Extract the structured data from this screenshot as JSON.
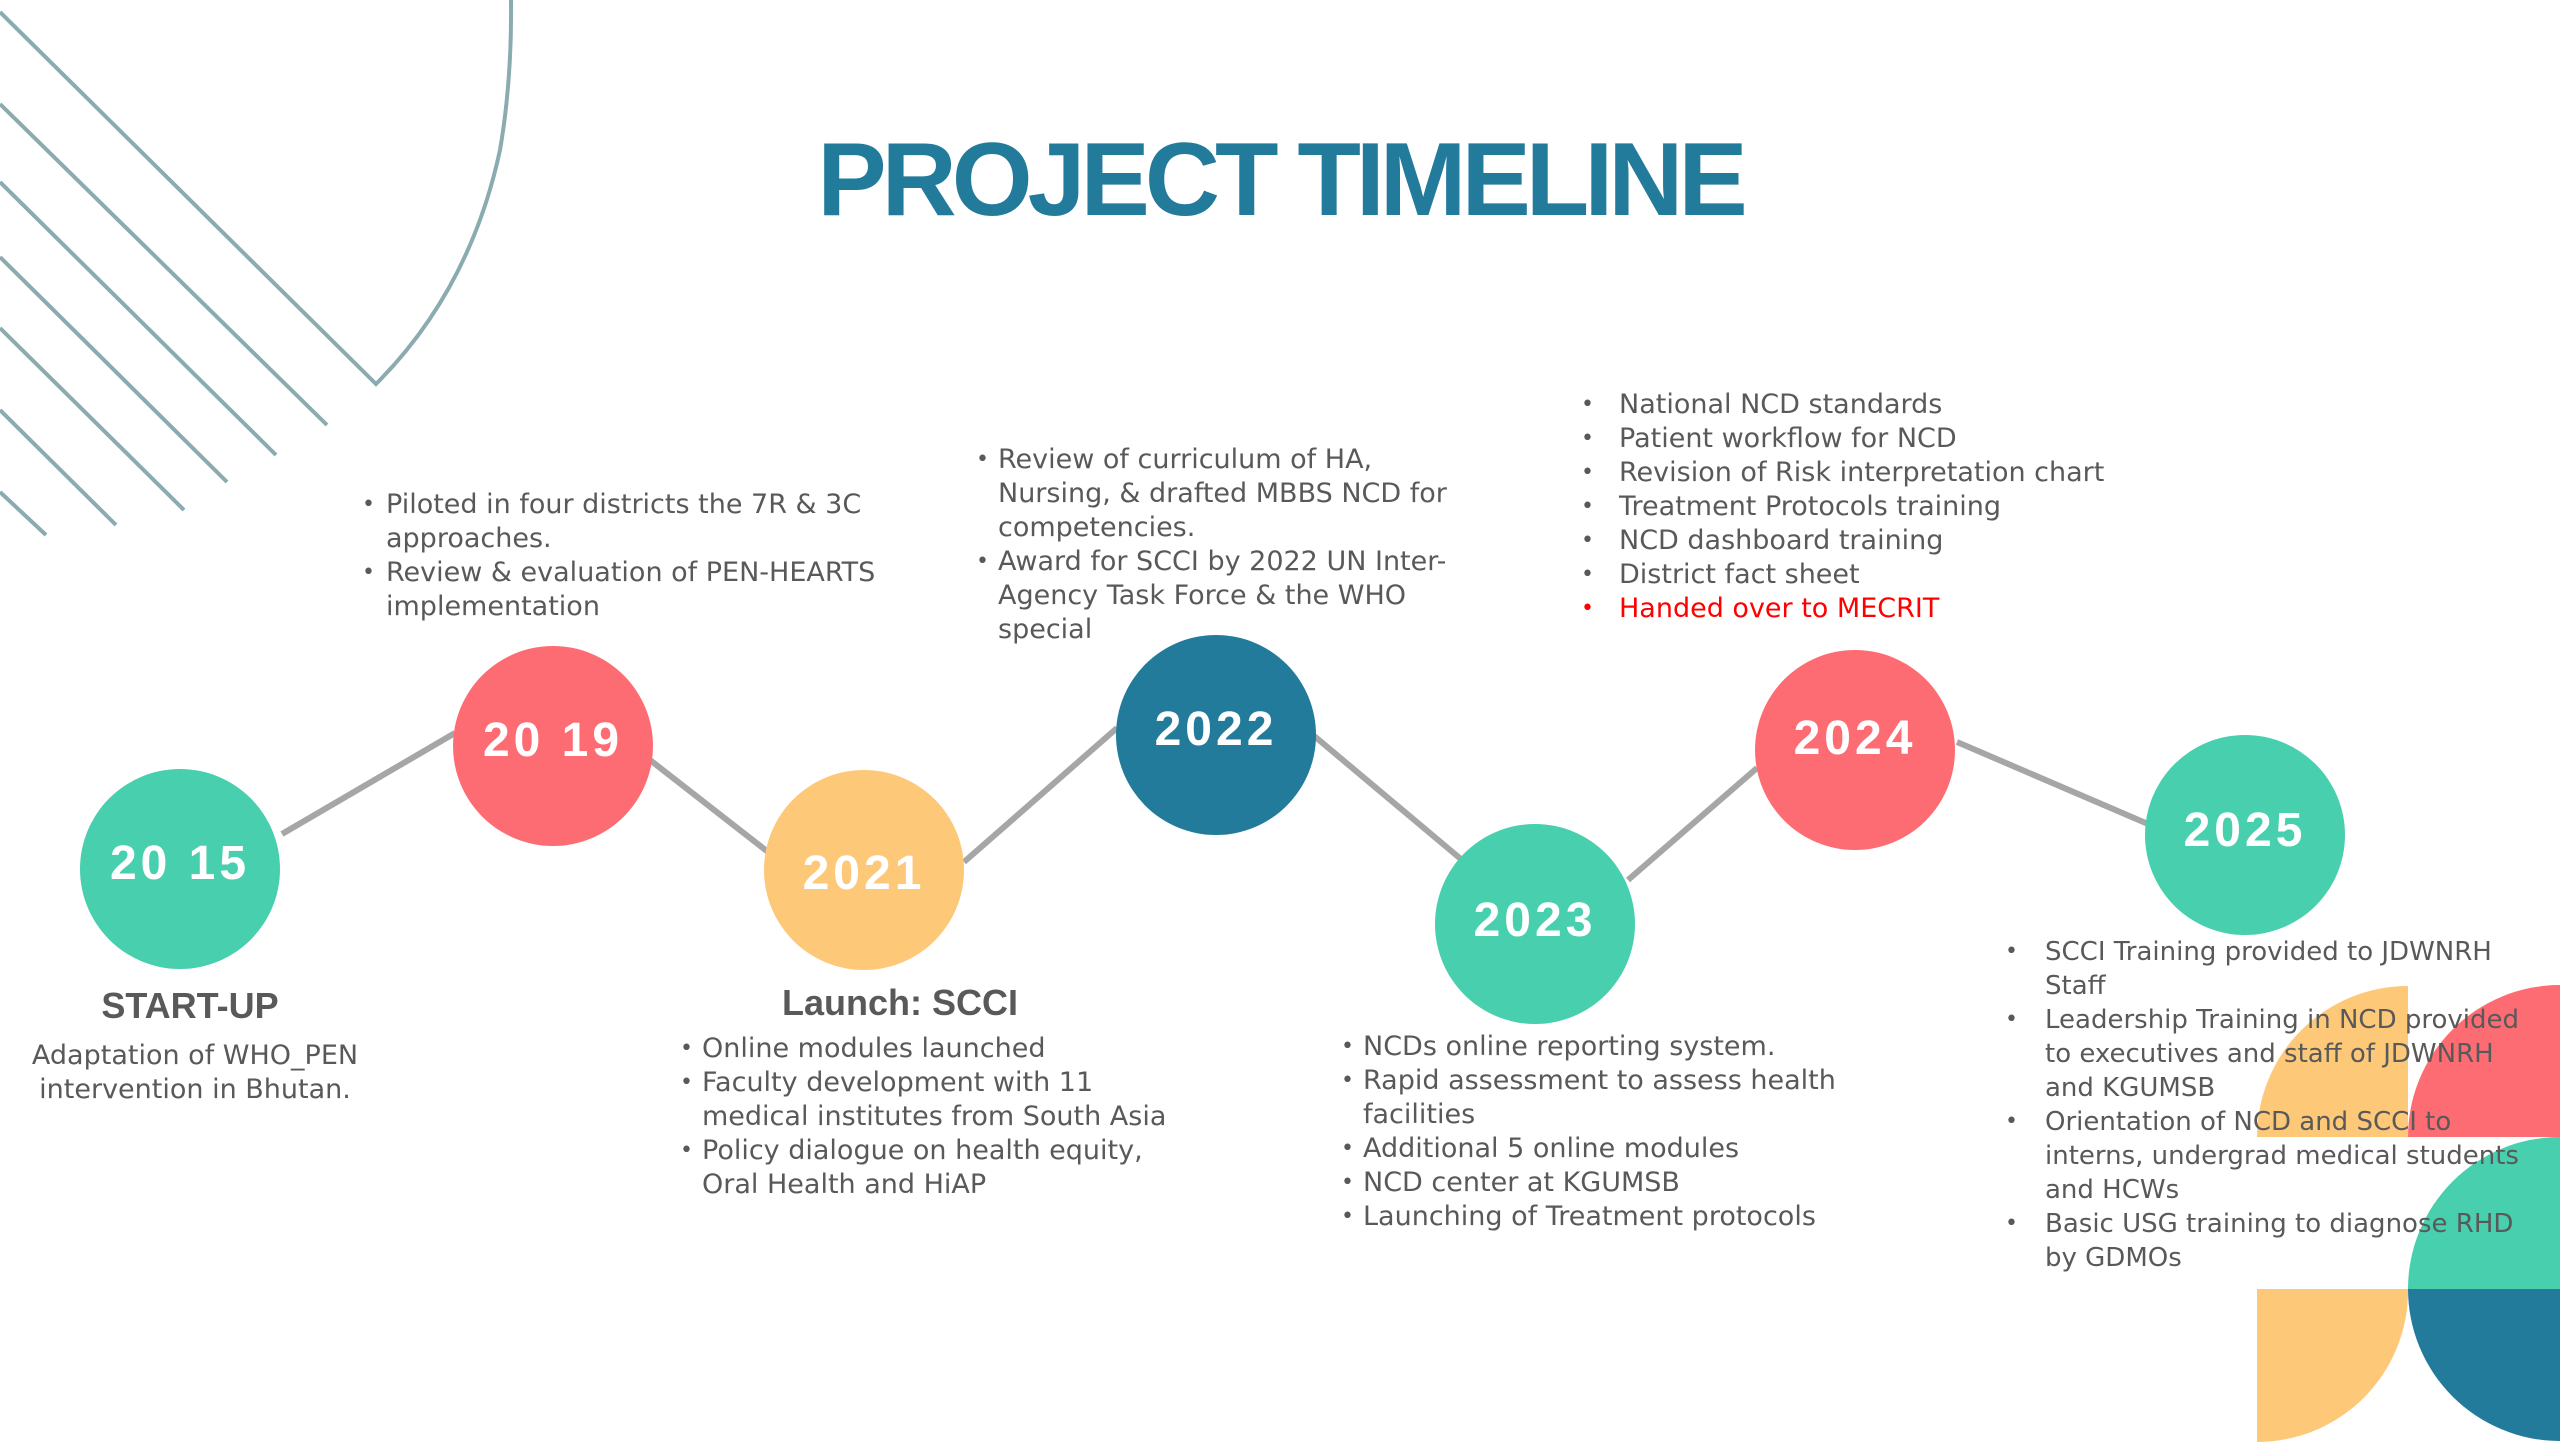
{
  "title": "PROJECT TIMELINE",
  "colors": {
    "title": "#237b9c",
    "teal": "#48cfae",
    "coral": "#fe6c73",
    "amber": "#fec879",
    "blue": "#237b9c",
    "connector": "#a6a6a6",
    "decor_line": "#8aabaf",
    "body_text": "#595959",
    "highlight": "#ff0000"
  },
  "timeline": {
    "y2015": {
      "year": "20 15",
      "heading": "START-UP",
      "description": [
        "Adaptation of WHO_PEN",
        "intervention in Bhutan."
      ]
    },
    "y2019": {
      "year": "20 19",
      "items": [
        "Piloted in four districts the 7R & 3C approaches.",
        "Review & evaluation of PEN-HEARTS implementation"
      ]
    },
    "y2021": {
      "year": "2021",
      "heading": "Launch: SCCI",
      "items": [
        "Online modules launched",
        "Faculty development with 11 medical institutes from South Asia",
        "Policy dialogue on health equity, Oral Health and HiAP"
      ]
    },
    "y2022": {
      "year": "2022",
      "items": [
        "Review of curriculum of HA, Nursing, & drafted MBBS NCD for competencies.",
        "Award for SCCI by 2022 UN Inter-Agency Task Force & the WHO special"
      ]
    },
    "y2023": {
      "year": "2023",
      "items": [
        "NCDs online reporting system.",
        "Rapid assessment to assess health facilities",
        "Additional 5 online modules",
        "NCD center at KGUMSB",
        "Launching of Treatment protocols"
      ]
    },
    "y2024": {
      "year": "2024",
      "items": [
        "National NCD standards",
        "Patient workflow for NCD",
        "Revision of Risk interpretation chart",
        "Treatment Protocols training",
        "NCD dashboard training",
        "District fact sheet",
        "Handed over to MECRIT"
      ],
      "highlighted_item_index": 6
    },
    "y2025": {
      "year": "2025",
      "items": [
        "SCCI Training provided to JDWNRH Staff",
        "Leadership Training in NCD provided to executives and staff of JDWNRH and KGUMSB",
        "Orientation of NCD and SCCI to interns, undergrad medical students and HCWs",
        "Basic USG training to diagnose RHD by GDMOs"
      ]
    }
  },
  "bullet_glyph": "•"
}
